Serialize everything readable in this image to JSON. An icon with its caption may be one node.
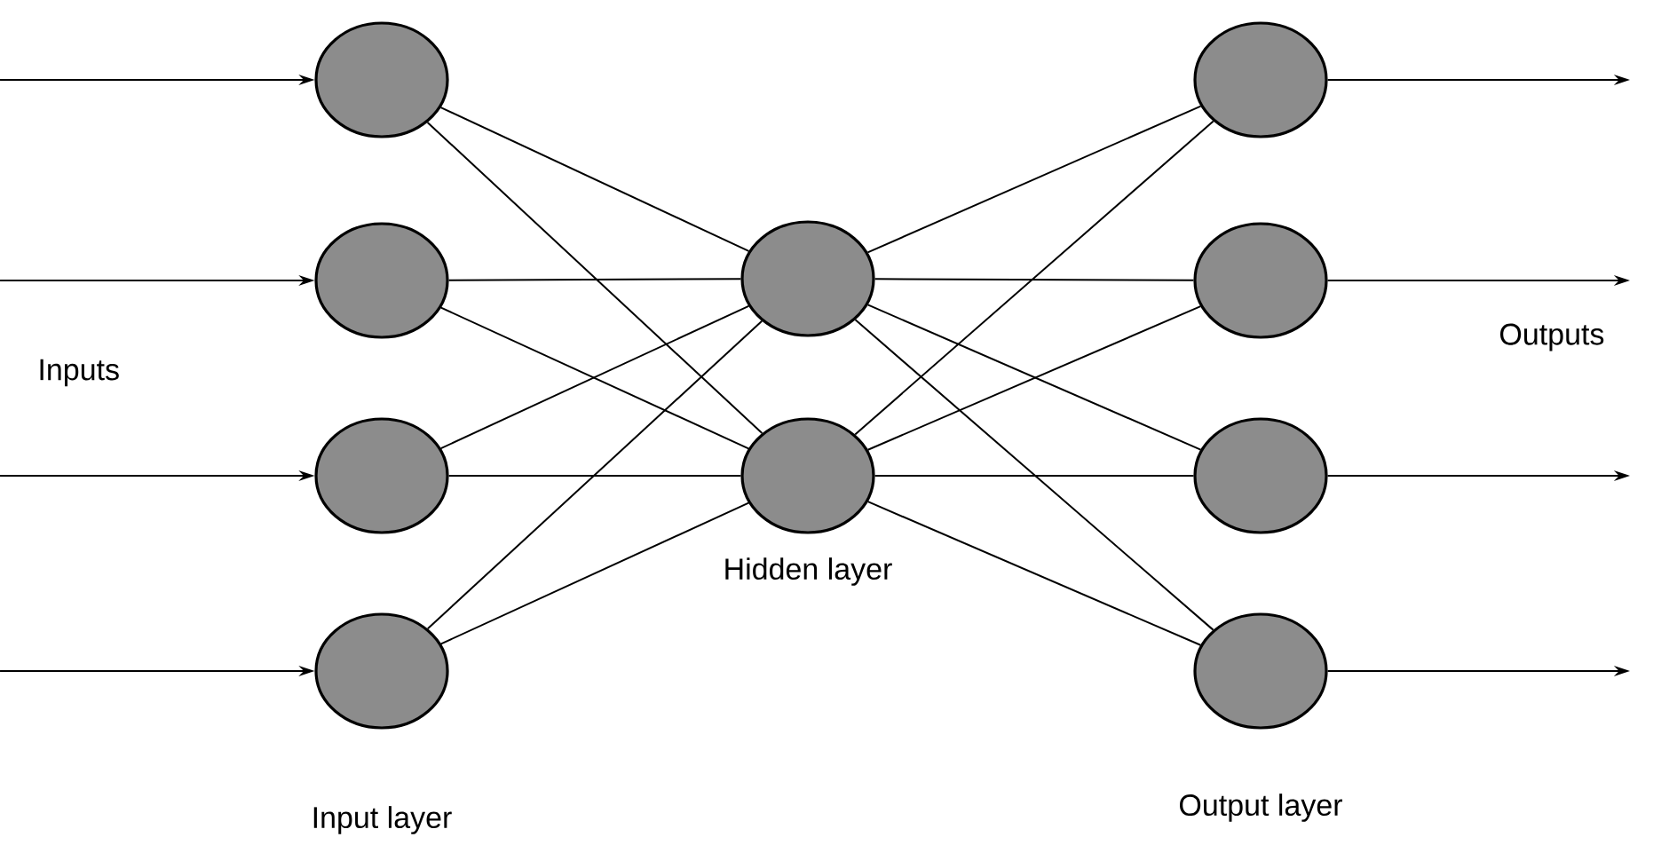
{
  "diagram": {
    "nodes": [
      {
        "text": [],
        "shape": "circle"
      },
      {
        "text": [],
        "shape": "circle"
      },
      {
        "text": [],
        "shape": "circle"
      },
      {
        "text": [],
        "shape": "circle"
      },
      {
        "text": [],
        "shape": "circle"
      },
      {
        "text": [],
        "shape": "circle"
      },
      {
        "text": [],
        "shape": "circle"
      },
      {
        "text": [],
        "shape": "circle"
      },
      {
        "text": [],
        "shape": "circle"
      },
      {
        "text": [],
        "shape": "circle"
      }
    ],
    "edges": [
      {
        "from": null,
        "to": 0,
        "arrow": "to"
      },
      {
        "from": null,
        "to": 1,
        "arrow": "to"
      },
      {
        "from": null,
        "to": 2,
        "arrow": "to"
      },
      {
        "from": null,
        "to": 3,
        "arrow": "to"
      },
      {
        "from": 0,
        "to": 4,
        "arrow": "none"
      },
      {
        "from": 0,
        "to": 5,
        "arrow": "none"
      },
      {
        "from": 1,
        "to": 4,
        "arrow": "none"
      },
      {
        "from": 1,
        "to": 5,
        "arrow": "none"
      },
      {
        "from": 2,
        "to": 4,
        "arrow": "none"
      },
      {
        "from": 2,
        "to": 5,
        "arrow": "none"
      },
      {
        "from": 3,
        "to": 4,
        "arrow": "none"
      },
      {
        "from": 3,
        "to": 5,
        "arrow": "none"
      },
      {
        "from": 4,
        "to": 6,
        "arrow": "none"
      },
      {
        "from": 4,
        "to": 7,
        "arrow": "none"
      },
      {
        "from": 4,
        "to": 8,
        "arrow": "none"
      },
      {
        "from": 4,
        "to": 9,
        "arrow": "none"
      },
      {
        "from": 5,
        "to": 6,
        "arrow": "none"
      },
      {
        "from": 5,
        "to": 7,
        "arrow": "none"
      },
      {
        "from": 5,
        "to": 8,
        "arrow": "none"
      },
      {
        "from": 5,
        "to": 9,
        "arrow": "none"
      },
      {
        "from": 6,
        "to": null,
        "arrow": "to"
      },
      {
        "from": 7,
        "to": null,
        "arrow": "to"
      },
      {
        "from": 8,
        "to": null,
        "arrow": "to"
      },
      {
        "from": 9,
        "to": null,
        "arrow": "to"
      }
    ],
    "labels": [
      "Inputs",
      "Outputs",
      "Hidden layer",
      "Input layer",
      "Output layer"
    ]
  }
}
